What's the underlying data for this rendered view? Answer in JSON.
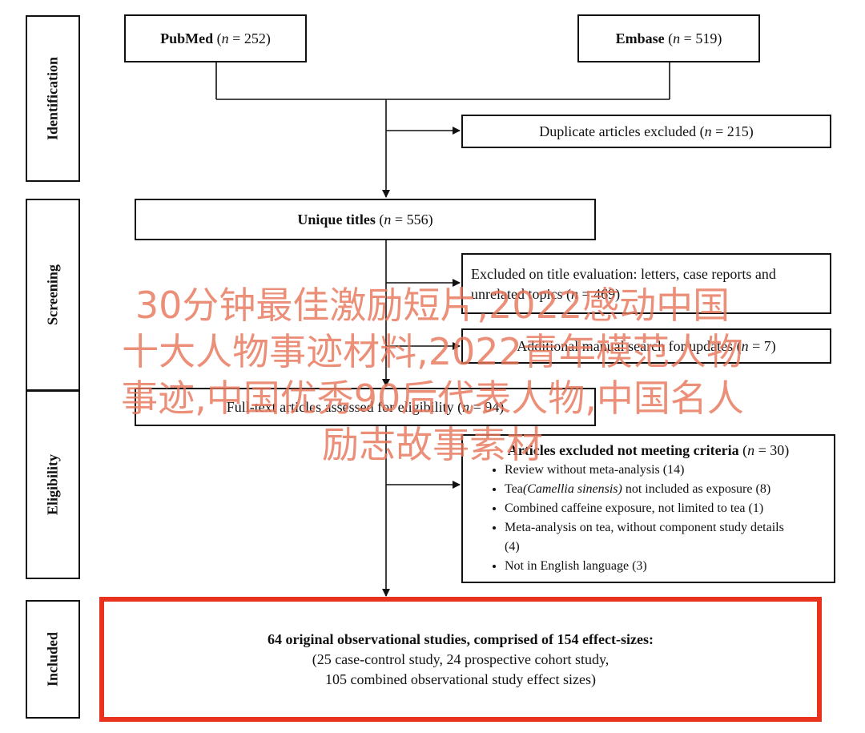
{
  "stages": {
    "identification": "Identification",
    "screening": "Screening",
    "eligibility": "Eligibility",
    "included": "Included"
  },
  "sources": {
    "pubmed": {
      "name": "PubMed",
      "n": "252"
    },
    "embase": {
      "name": "Embase",
      "n": "519"
    }
  },
  "duplicates": {
    "text": "Duplicate articles excluded",
    "n": "215"
  },
  "unique": {
    "text": "Unique titles",
    "n": "556"
  },
  "title_excluded": {
    "line1": "Excluded on title evaluation: letters, case reports and",
    "line2": "unrelated topics",
    "n": "469"
  },
  "additional": {
    "text": "Additional manual search for updates",
    "n": "7"
  },
  "fulltext": {
    "text": "Full-text articles assessed for eligibility",
    "n": "94"
  },
  "criteria_excluded": {
    "title": "Articles excluded not meeting criteria",
    "n": "30",
    "items": {
      "item1": "Review without meta-analysis (14)",
      "item2_pre": "Tea",
      "item2_italic": "(Camellia sinensis)",
      "item2_post": " not included as exposure (8)",
      "item3": "Combined caffeine exposure, not limited to tea (1)",
      "item4a": "Meta-analysis on tea, without component study details",
      "item4b": "(4)",
      "item5": "Not in English language (3)"
    }
  },
  "included_box": {
    "line1": "64 original observational studies, comprised of 154 effect-sizes:",
    "line2": "(25 case-control study, 24 prospective cohort study,",
    "line3": "105 combined observational study effect sizes)"
  },
  "n_prefix": "n",
  "watermark": {
    "line1": "30分钟最佳激励短片,2022感动中国",
    "line2": "十大人物事迹材料,2022青年模范人物",
    "line3": "事迹,中国优秀90后代表人物,中国名人",
    "line4": "励志故事素材"
  },
  "colors": {
    "line": "#111111",
    "highlight": "#e8321e",
    "watermark": "#e8765c"
  }
}
